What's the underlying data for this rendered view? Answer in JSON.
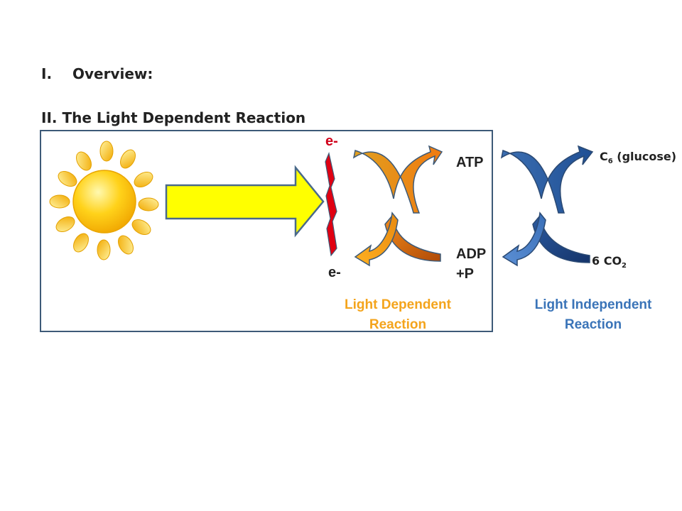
{
  "headings": {
    "overview_num": "I.",
    "overview": "Overview:",
    "section2": "II. The Light Dependent Reaction"
  },
  "diagram": {
    "electron_top": "e-",
    "electron_bottom": "e-",
    "atp": "ATP",
    "adp_line1": "ADP",
    "adp_line2": "+P",
    "glucose_prefix": "C",
    "glucose_sub": "6",
    "glucose_suffix": " (glucose)",
    "co2_prefix": "6 CO",
    "co2_sub": "2",
    "caption_light_dependent_1": "Light Dependent",
    "caption_light_dependent_2": "Reaction",
    "caption_light_independent_1": "Light Independent",
    "caption_light_independent_2": "Reaction"
  },
  "colors": {
    "frame": "#3d5a78",
    "light_arrow": "#ffff00",
    "sun": "#ffcc11",
    "electron_red": "#d0021b",
    "light_dependent_caption": "#f4a41c",
    "light_independent_caption": "#3a74b8"
  }
}
